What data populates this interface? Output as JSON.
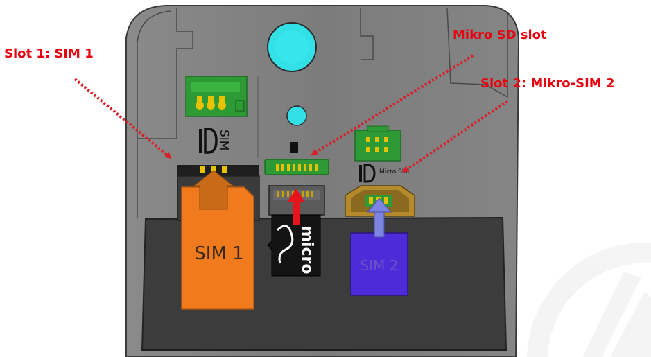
{
  "labels": {
    "slot1": "Slot 1: SIM 1",
    "sd_slot": "Mikro SD slot",
    "slot2": "Slot 2: Mikro-SIM 2"
  },
  "cards": {
    "sim1": "SIM 1",
    "sim2": "SIM 2",
    "microsd_logo": "micro"
  },
  "engravings": {
    "slot1_marking": "SIM",
    "slot2_marking": "Micro SIM"
  },
  "colors": {
    "callout_text": "#e8000f",
    "callout_arrow": "#d8202a",
    "phone_body": "#7d7d7d",
    "phone_outline": "#3a3a3a",
    "battery_well": "#3c3c3c",
    "camera_lens": "#33e0e6",
    "pcb_green": "#2e9a35",
    "gold_contact": "#e8c200",
    "sim1_card": "#f07a1e",
    "sim1_arrow": "#c96a18",
    "sim2_card": "#4d2bd9",
    "sim2_arrow": "#7c83e0",
    "sd_arrow": "#e8141c",
    "watermark": "#eeeeee"
  }
}
